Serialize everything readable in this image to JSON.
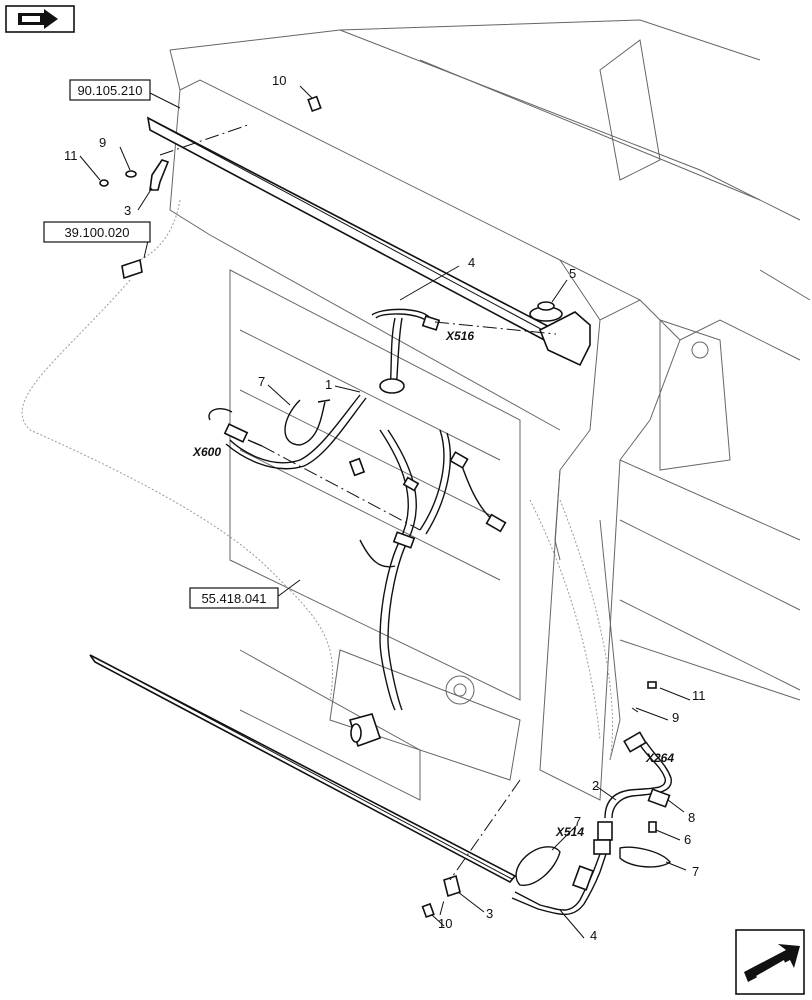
{
  "references": [
    {
      "id": "ref-90",
      "text": "90.105.210"
    },
    {
      "id": "ref-39",
      "text": "39.100.020"
    },
    {
      "id": "ref-55",
      "text": "55.418.041"
    }
  ],
  "connectors": [
    {
      "id": "x516",
      "text": "X516"
    },
    {
      "id": "x600",
      "text": "X600"
    },
    {
      "id": "x264",
      "text": "X264"
    },
    {
      "id": "x514",
      "text": "X514"
    }
  ],
  "callouts": {
    "c10_top": "10",
    "c9_top": "9",
    "c11_top": "11",
    "c3_top": "3",
    "c4_top": "4",
    "c5": "5",
    "c7_left": "7",
    "c1": "1",
    "c11_right": "11",
    "c9_right": "9",
    "c2": "2",
    "c8": "8",
    "c6": "6",
    "c7_mid": "7",
    "c7_right": "7",
    "c3_bottom": "3",
    "c10_bottom": "10",
    "c4_bottom": "4"
  },
  "icons": {
    "top_nav": "previous-page-arrow-icon",
    "bottom_nav": "next-page-arrow-icon"
  }
}
